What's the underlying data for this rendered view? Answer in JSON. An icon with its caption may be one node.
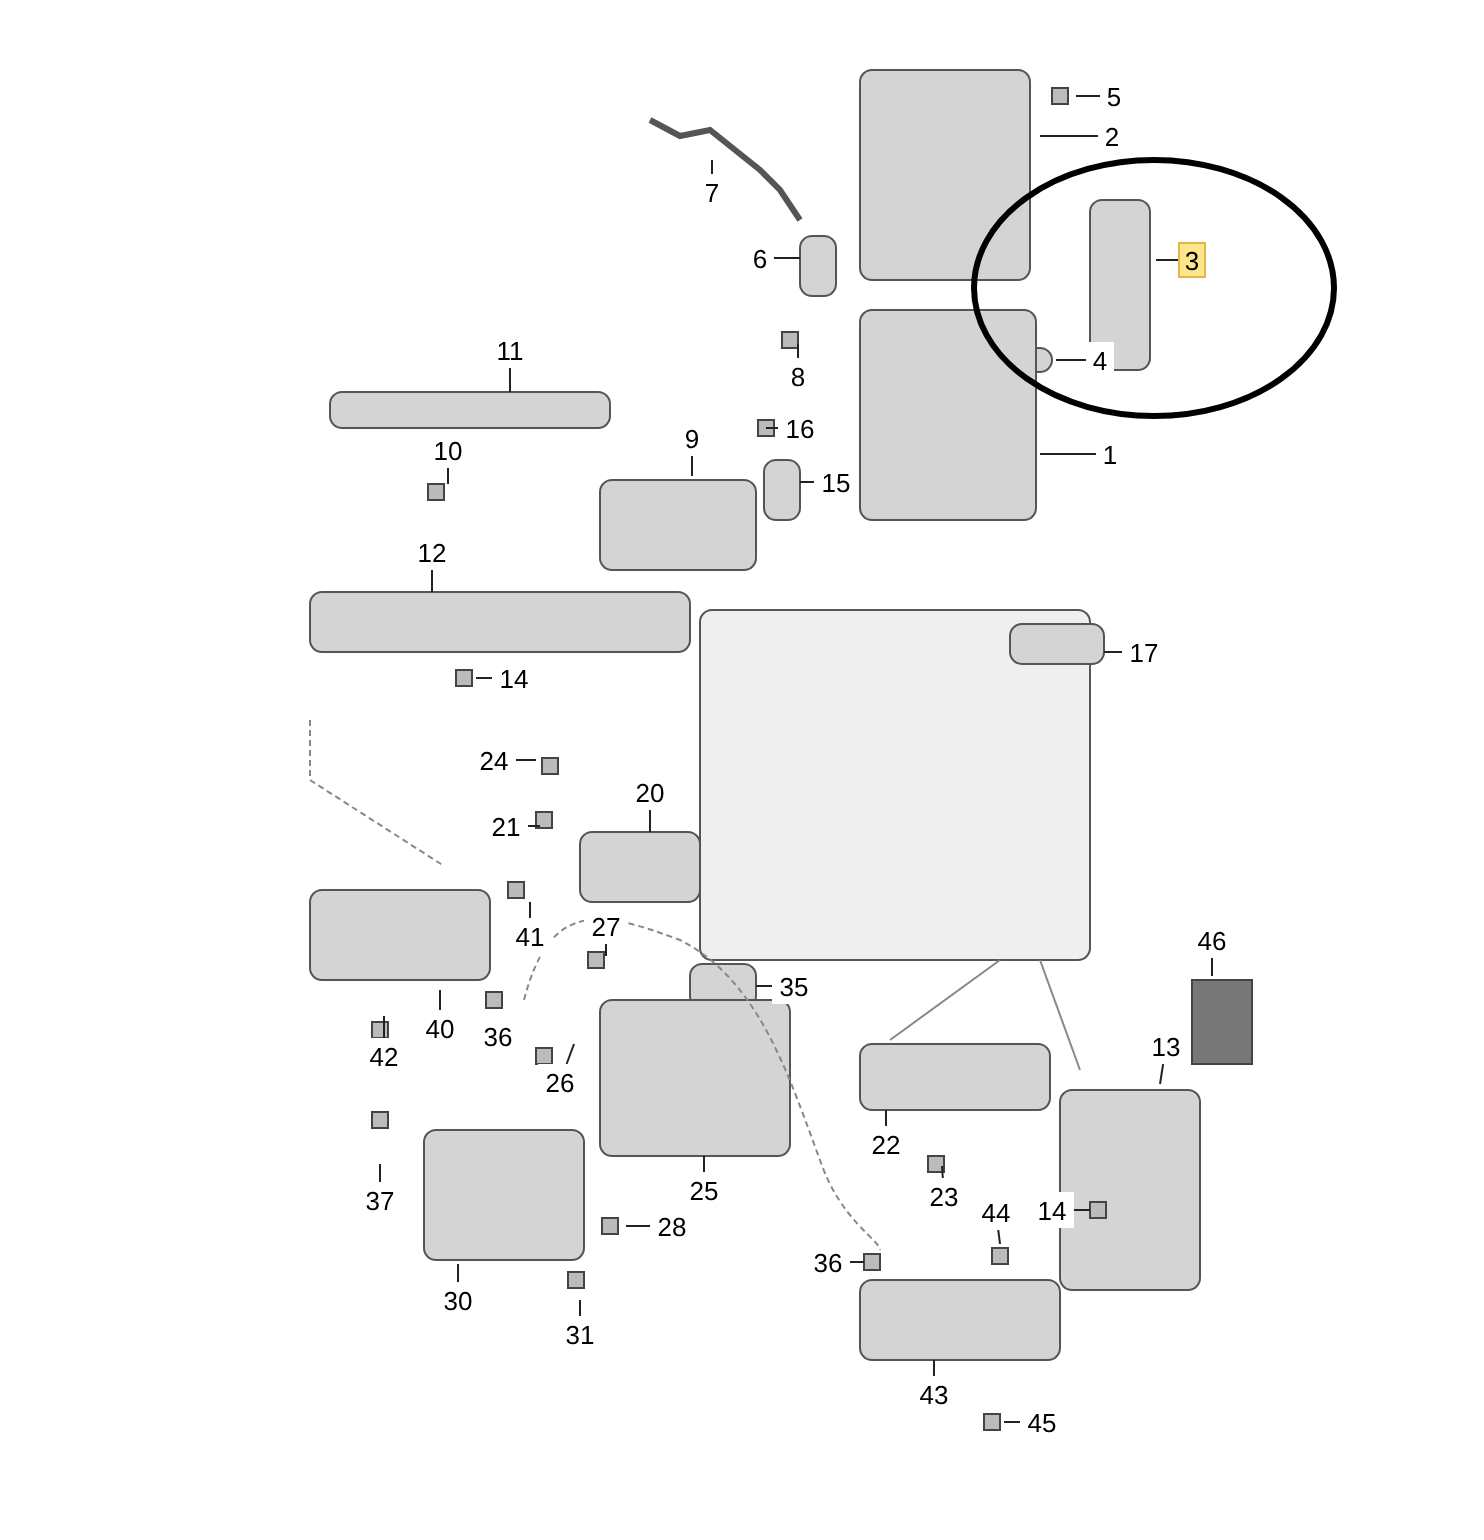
{
  "diagram": {
    "nodes": [
      {
        "text": [
          "5"
        ]
      },
      {
        "text": [
          "2"
        ]
      },
      {
        "text": [
          "7"
        ]
      },
      {
        "text": [
          "6"
        ]
      },
      {
        "text": [
          "3"
        ]
      },
      {
        "text": [
          "11"
        ]
      },
      {
        "text": [
          "4"
        ]
      },
      {
        "text": [
          "8"
        ]
      },
      {
        "text": [
          "16"
        ]
      },
      {
        "text": [
          "9"
        ]
      },
      {
        "text": [
          "10"
        ]
      },
      {
        "text": [
          "1"
        ]
      },
      {
        "text": [
          "15"
        ]
      },
      {
        "text": [
          "12"
        ]
      },
      {
        "text": [
          "17"
        ]
      },
      {
        "text": [
          "14"
        ]
      },
      {
        "text": [
          "24"
        ]
      },
      {
        "text": [
          "20"
        ]
      },
      {
        "text": [
          "21"
        ]
      },
      {
        "text": [
          "41"
        ]
      },
      {
        "text": [
          "27"
        ]
      },
      {
        "text": [
          "46"
        ]
      },
      {
        "text": [
          "35"
        ]
      },
      {
        "text": [
          "40"
        ]
      },
      {
        "text": [
          "36"
        ]
      },
      {
        "text": [
          "42"
        ]
      },
      {
        "text": [
          "13"
        ]
      },
      {
        "text": [
          "26"
        ]
      },
      {
        "text": [
          "22"
        ]
      },
      {
        "text": [
          "37"
        ]
      },
      {
        "text": [
          "25"
        ]
      },
      {
        "text": [
          "23"
        ]
      },
      {
        "text": [
          "14"
        ]
      },
      {
        "text": [
          "44"
        ]
      },
      {
        "text": [
          "28"
        ]
      },
      {
        "text": [
          "36"
        ]
      },
      {
        "text": [
          "30"
        ]
      },
      {
        "text": [
          "31"
        ]
      },
      {
        "text": [
          "43"
        ]
      },
      {
        "text": [
          "45"
        ]
      }
    ],
    "edges": [
      {
        "from": 0,
        "to": null,
        "arrow": "none"
      },
      {
        "from": 1,
        "to": null,
        "arrow": "none"
      },
      {
        "from": 2,
        "to": null,
        "arrow": "none"
      },
      {
        "from": 3,
        "to": null,
        "arrow": "none"
      },
      {
        "from": 4,
        "to": null,
        "arrow": "none"
      },
      {
        "from": 5,
        "to": null,
        "arrow": "none"
      },
      {
        "from": 6,
        "to": null,
        "arrow": "none"
      },
      {
        "from": 7,
        "to": null,
        "arrow": "none"
      },
      {
        "from": 8,
        "to": null,
        "arrow": "none"
      },
      {
        "from": 9,
        "to": null,
        "arrow": "none"
      },
      {
        "from": 10,
        "to": null,
        "arrow": "none"
      },
      {
        "from": 11,
        "to": null,
        "arrow": "none"
      },
      {
        "from": 12,
        "to": null,
        "arrow": "none"
      },
      {
        "from": 13,
        "to": null,
        "arrow": "none"
      },
      {
        "from": 14,
        "to": null,
        "arrow": "none"
      },
      {
        "from": 15,
        "to": null,
        "arrow": "none"
      },
      {
        "from": 16,
        "to": null,
        "arrow": "none"
      },
      {
        "from": 17,
        "to": null,
        "arrow": "none"
      },
      {
        "from": 18,
        "to": null,
        "arrow": "none"
      },
      {
        "from": 19,
        "to": null,
        "arrow": "none"
      },
      {
        "from": 20,
        "to": null,
        "arrow": "none"
      },
      {
        "from": 21,
        "to": null,
        "arrow": "none"
      },
      {
        "from": 22,
        "to": null,
        "arrow": "none"
      },
      {
        "from": 23,
        "to": null,
        "arrow": "none"
      },
      {
        "from": 25,
        "to": null,
        "arrow": "none"
      },
      {
        "from": 26,
        "to": null,
        "arrow": "none"
      },
      {
        "from": 27,
        "to": null,
        "arrow": "none"
      },
      {
        "from": 28,
        "to": null,
        "arrow": "none"
      },
      {
        "from": 29,
        "to": null,
        "arrow": "none"
      },
      {
        "from": 30,
        "to": null,
        "arrow": "none"
      },
      {
        "from": 31,
        "to": null,
        "arrow": "none"
      },
      {
        "from": 32,
        "to": null,
        "arrow": "none"
      },
      {
        "from": 33,
        "to": null,
        "arrow": "none"
      },
      {
        "from": 34,
        "to": null,
        "arrow": "none"
      },
      {
        "from": 35,
        "to": null,
        "arrow": "none"
      },
      {
        "from": 36,
        "to": null,
        "arrow": "none"
      },
      {
        "from": 37,
        "to": null,
        "arrow": "none"
      },
      {
        "from": 38,
        "to": null,
        "arrow": "none"
      },
      {
        "from": 39,
        "to": null,
        "arrow": "none"
      }
    ]
  }
}
